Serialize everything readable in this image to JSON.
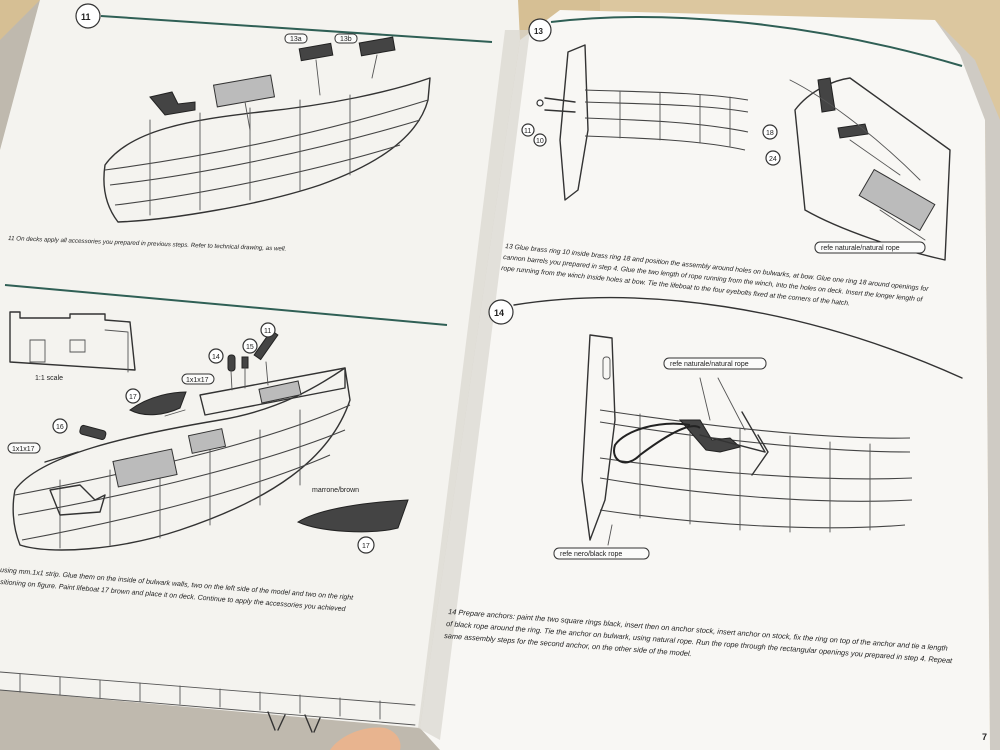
{
  "left_page": {
    "step11": {
      "number": "11",
      "parts": [
        "13a",
        "13b"
      ],
      "caption": "11 On decks apply all accessories you prepared in previous steps. Refer to technical drawing, as well."
    },
    "step12": {
      "scale_label": "1:1 scale",
      "parts": [
        "11",
        "14",
        "15",
        "1x1x17",
        "17",
        "16",
        "1x1x17"
      ],
      "color_label": "marrone/brown",
      "lifeboat_part": "17",
      "caption_line1": "using mm.1x1 strip. Glue them on the inside of bulwark walls, two on the left side of the model and two on the right",
      "caption_line2": "sitioning on figure. Paint lifeboat 17 brown and place it on deck. Continue to apply the accessories you achieved"
    }
  },
  "right_page": {
    "step13": {
      "number": "13",
      "parts": [
        "11",
        "10",
        "18",
        "24"
      ],
      "rope_label": "refe naturale/natural rope",
      "caption_line1": "13 Glue brass ring 10 inside brass ring 18 and position the assembly around holes on bulwarks, at bow. Glue one ring 18 around openings for",
      "caption_line2": "cannon barrels you prepared in step 4. Glue the two length of rope running from the winch, into the holes on deck. Insert the longer length of",
      "caption_line3": "rope running from the winch inside holes at bow. Tie the lifeboat to the four eyebolts fixed at the corners of the hatch."
    },
    "step14": {
      "number": "14",
      "natural_rope_label": "refe naturale/natural rope",
      "black_rope_label": "refe nero/black rope",
      "caption_line1": "14 Prepare anchors: paint the two square rings black, insert then on anchor stock, insert anchor on stock, fix the ring on top of the anchor and tie a length",
      "caption_line2": "of black rope around the ring. Tie the anchor on bulwark, using natural rope. Run the rope through the rectangular openings you prepared in step 4. Repeat",
      "caption_line3": "same assembly steps for the second anchor, on the other side of the model."
    },
    "page_number": "7"
  },
  "colors": {
    "table": "#d9c39a",
    "paper": "#f7f6f3",
    "ink": "#333333",
    "accent_line": "#2f5f55"
  }
}
